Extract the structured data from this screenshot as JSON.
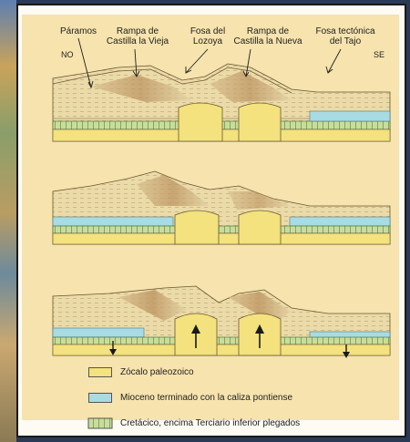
{
  "labels": {
    "paramos": "Páramos",
    "rampa_vieja_1": "Rampa de",
    "rampa_vieja_2": "Castilla la Vieja",
    "fosa_lozoya_1": "Fosa del",
    "fosa_lozoya_2": "Lozoya",
    "rampa_nueva_1": "Rampa de",
    "rampa_nueva_2": "Castilla la Nueva",
    "fosa_tajo_1": "Fosa tectónica",
    "fosa_tajo_2": "del Tajo"
  },
  "directions": {
    "west": "NO",
    "east": "SE"
  },
  "legend": [
    {
      "label": "Zócalo paleozoico",
      "color": "#f3e27d"
    },
    {
      "label": "Mioceno terminado con la caliza pontiense",
      "color": "#a9dbe3"
    },
    {
      "label": "Cretácico, encima Terciario inferior plegados",
      "color": "#c9dd9a"
    }
  ]
}
